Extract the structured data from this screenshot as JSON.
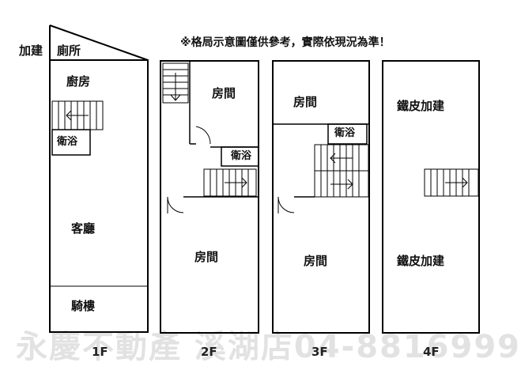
{
  "note": "※格局示意圖僅供參考，實際依現況為準！",
  "watermark": "永慶不動產 溪湖店04-8816999",
  "floor_labels": [
    "1F",
    "2F",
    "3F",
    "4F"
  ],
  "floor1": {
    "annex_label": "加建",
    "toilet": "廁所",
    "kitchen": "廚房",
    "bathroom": "衛浴",
    "living_room": "客廳",
    "arcade": "騎樓"
  },
  "floor2": {
    "room_top": "房間",
    "bathroom": "衛浴",
    "room_bottom": "房間"
  },
  "floor3": {
    "room_top": "房間",
    "bathroom": "衛浴",
    "room_bottom": "房間"
  },
  "floor4": {
    "steel_top": "鐵皮加建",
    "steel_bottom": "鐵皮加建"
  }
}
